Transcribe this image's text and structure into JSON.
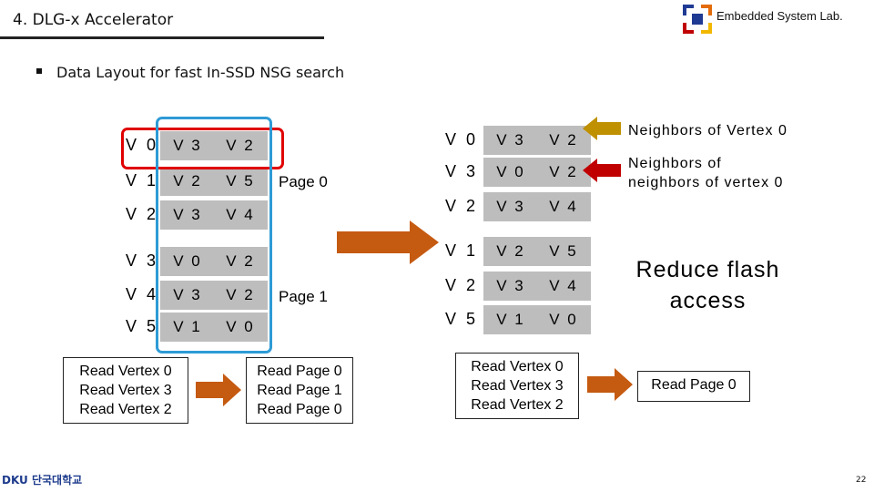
{
  "header": {
    "title": "4. DLG-x Accelerator",
    "lab": "Embedded System Lab."
  },
  "bullet": "Data Layout for fast In-SSD NSG search",
  "left_layout": {
    "rows": [
      {
        "label": "V 0",
        "a": "V 3",
        "b": "V 2"
      },
      {
        "label": "V 1",
        "a": "V 2",
        "b": "V 5"
      },
      {
        "label": "V 2",
        "a": "V 3",
        "b": "V 4"
      },
      {
        "label": "V 3",
        "a": "V 0",
        "b": "V 2"
      },
      {
        "label": "V 4",
        "a": "V 3",
        "b": "V 2"
      },
      {
        "label": "V 5",
        "a": "V 1",
        "b": "V 0"
      }
    ],
    "page0": "Page 0",
    "page1": "Page 1"
  },
  "right_layout": {
    "rows": [
      {
        "label": "V 0",
        "a": "V 3",
        "b": "V 2"
      },
      {
        "label": "V 3",
        "a": "V 0",
        "b": "V 2"
      },
      {
        "label": "V 2",
        "a": "V 3",
        "b": "V 4"
      },
      {
        "label": "V 1",
        "a": "V 2",
        "b": "V 5"
      },
      {
        "label": "V 2",
        "a": "V 3",
        "b": "V 4"
      },
      {
        "label": "V 5",
        "a": "V 1",
        "b": "V 0"
      }
    ]
  },
  "notes": {
    "neighbors": "Neighbors of Vertex 0",
    "neighbors_of_neighbors_1": "Neighbors of",
    "neighbors_of_neighbors_2": "neighbors of vertex 0",
    "reduce_1": "Reduce flash",
    "reduce_2": "access"
  },
  "boxes": {
    "left_reads": [
      "Read Vertex 0",
      "Read Vertex 3",
      "Read Vertex 2"
    ],
    "left_pages": [
      "Read Page 0",
      "Read Page 1",
      "Read Page 0"
    ],
    "right_reads": [
      "Read Vertex 0",
      "Read Vertex 3",
      "Read Vertex 2"
    ],
    "right_pages": [
      "Read Page 0"
    ]
  },
  "colors": {
    "arrow": "#c55a11",
    "gold_arrow": "#bf9000",
    "red_arrow": "#c00000",
    "red_box": "#e00000",
    "blue_box": "#2e9bd6",
    "cell": "#bdbdbd"
  },
  "footer": {
    "logo": "DKU 단국대학교",
    "page": "22"
  }
}
